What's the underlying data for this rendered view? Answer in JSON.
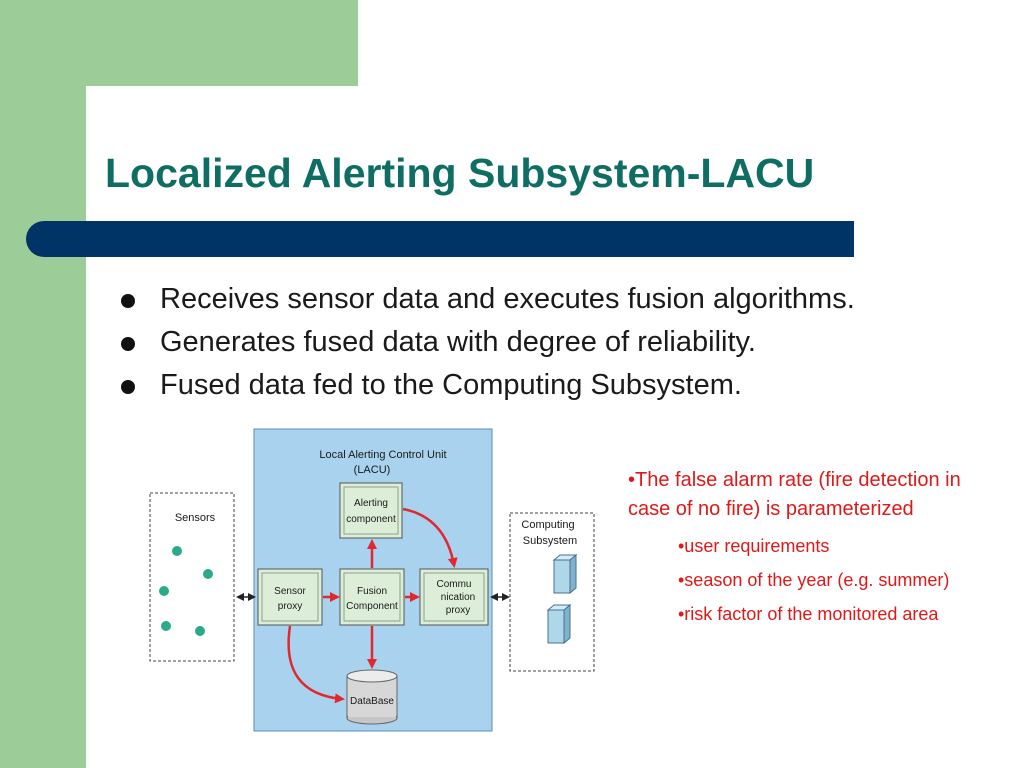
{
  "slide": {
    "title": "Localized Alerting Subsystem-LACU",
    "bullets": [
      "Receives sensor data and executes fusion algorithms.",
      "Generates fused data with degree of reliability.",
      "Fused data fed to the Computing Subsystem."
    ]
  },
  "diagram": {
    "lacu_title_line1": "Local Alerting Control Unit",
    "lacu_title_line2": "(LACU)",
    "sensors_label": "Sensors",
    "computing_label_line1": "Computing",
    "computing_label_line2": "Subsystem",
    "alerting_line1": "Alerting",
    "alerting_line2": "component",
    "sensor_proxy_line1": "Sensor",
    "sensor_proxy_line2": "proxy",
    "fusion_line1": "Fusion",
    "fusion_line2": "Component",
    "comm_line1": "Commu",
    "comm_line2": "nication",
    "comm_line3": "proxy",
    "database_label": "DataBase"
  },
  "notes": {
    "main": "•The false alarm rate (fire detection in case of no fire) is parameterized",
    "sub": [
      "•user requirements",
      "•season of the year (e.g. summer)",
      "•risk factor of the monitored area"
    ]
  },
  "colors": {
    "title": "#0f6e64",
    "title_bar": "#003366",
    "green": "#9ccc97",
    "notes_red": "#e01818",
    "lacu_blue": "#a9d2ef",
    "arrow_red": "#e0282e"
  }
}
